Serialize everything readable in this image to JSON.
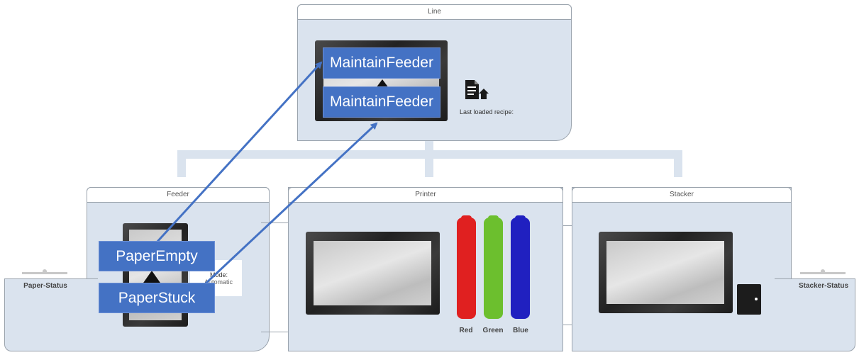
{
  "line": {
    "title": "Line",
    "recipe_label": "Last loaded recipe:",
    "recipe_icon": "document-upload-icon"
  },
  "feeder": {
    "title": "Feeder",
    "mode_label": "Mode:",
    "mode_value": "Automatic"
  },
  "printer": {
    "title": "Printer",
    "inks": [
      {
        "label": "Red",
        "color": "#e02020"
      },
      {
        "label": "Green",
        "color": "#6cbf2e"
      },
      {
        "label": "Blue",
        "color": "#2020c0"
      }
    ]
  },
  "stacker": {
    "title": "Stacker"
  },
  "side": {
    "paper_status": "Paper-Status",
    "stacker_status": "Stacker-Status"
  },
  "alarms": {
    "maintain_1": "MaintainFeeder",
    "maintain_2": "MaintainFeeder",
    "paper_empty": "PaperEmpty",
    "paper_stuck": "PaperStuck"
  },
  "colors": {
    "panel": "#dae3ee",
    "arrow": "#4472c4",
    "label_bg": "#4472c4"
  }
}
